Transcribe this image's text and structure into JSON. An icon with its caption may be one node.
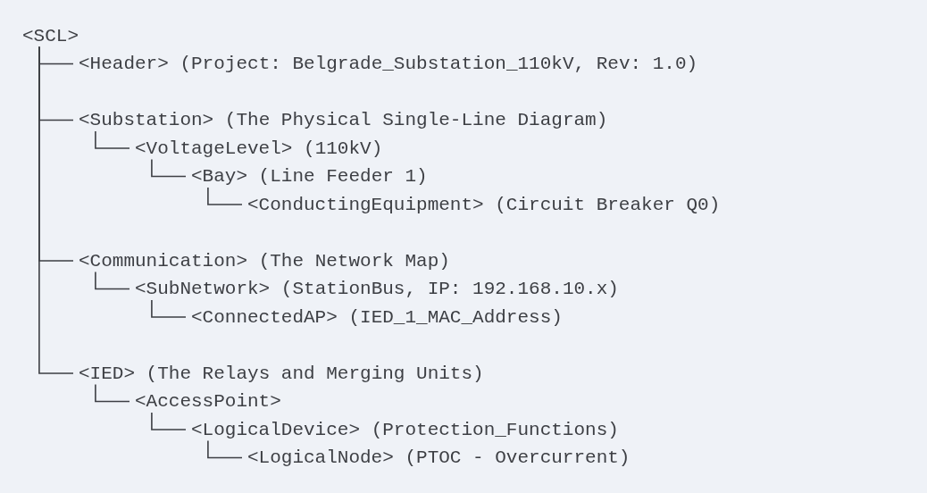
{
  "diagram": {
    "nodes": [
      {
        "text": [
          "<SCL>"
        ]
      },
      {
        "text": [
          "<Header> (Project: Belgrade_Substation_110kV, Rev: 1.0)"
        ]
      },
      {
        "text": [
          "<Substation> (The Physical Single-Line Diagram)"
        ]
      },
      {
        "text": [
          "<VoltageLevel> (110kV)"
        ]
      },
      {
        "text": [
          "<Bay> (Line Feeder 1)"
        ]
      },
      {
        "text": [
          "<ConductingEquipment> (Circuit Breaker Q0)"
        ]
      },
      {
        "text": [
          "<Communication> (The Network Map)"
        ]
      },
      {
        "text": [
          "<SubNetwork> (StationBus, IP: 192.168.10.x)"
        ]
      },
      {
        "text": [
          "<ConnectedAP> (IED_1_MAC_Address)"
        ]
      },
      {
        "text": [
          "<IED> (The Relays and Merging Units)"
        ]
      },
      {
        "text": [
          "<AccessPoint>"
        ]
      },
      {
        "text": [
          "<LogicalDevice> (Protection_Functions)"
        ]
      },
      {
        "text": [
          "<LogicalNode> (PTOC - Overcurrent)"
        ]
      }
    ],
    "edges": [
      {
        "from": 0,
        "to": 1,
        "arrow": "none"
      },
      {
        "from": 0,
        "to": 2,
        "arrow": "none"
      },
      {
        "from": 2,
        "to": 3,
        "arrow": "none"
      },
      {
        "from": 3,
        "to": 4,
        "arrow": "none"
      },
      {
        "from": 4,
        "to": 5,
        "arrow": "none"
      },
      {
        "from": 0,
        "to": 6,
        "arrow": "none"
      },
      {
        "from": 6,
        "to": 7,
        "arrow": "none"
      },
      {
        "from": 7,
        "to": 8,
        "arrow": "none"
      },
      {
        "from": 0,
        "to": 9,
        "arrow": "none"
      },
      {
        "from": 9,
        "to": 10,
        "arrow": "none"
      },
      {
        "from": 10,
        "to": 11,
        "arrow": "none"
      },
      {
        "from": 11,
        "to": 12,
        "arrow": "none"
      }
    ]
  }
}
